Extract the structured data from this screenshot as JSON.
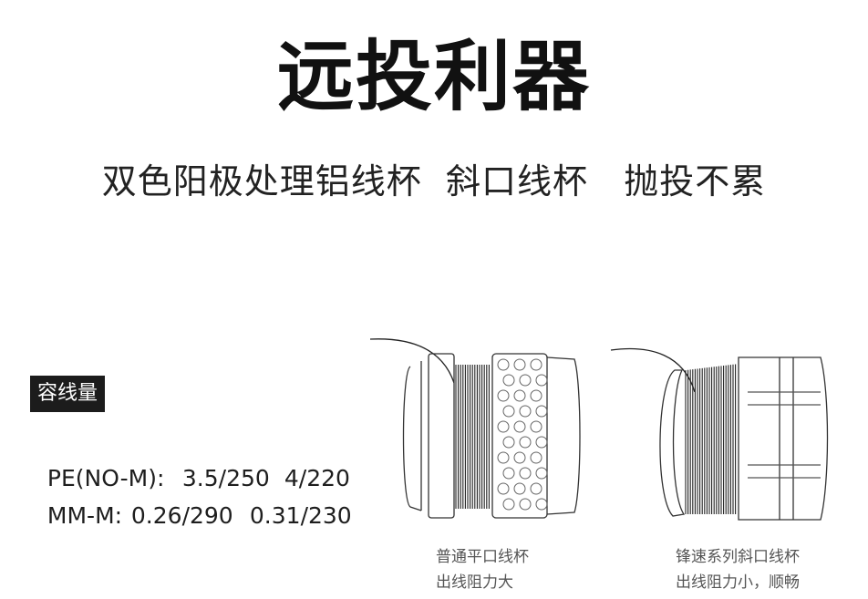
{
  "header": {
    "title": "远投利器",
    "subtitle": "双色阳极处理铝线杯  斜口线杯   抛投不累"
  },
  "capacity": {
    "label": "容线量",
    "rows": [
      {
        "label": "PE(NO-M):",
        "values": [
          "3.5/250",
          "4/220"
        ]
      },
      {
        "label": "MM-M:",
        "values": [
          "0.26/290",
          "0.31/230"
        ]
      }
    ]
  },
  "spools": {
    "left": {
      "line1": "普通平口线杯",
      "line2": "出线阻力大"
    },
    "right": {
      "line1": "锋速系列斜口线杯",
      "line2": "出线阻力小，顺畅"
    }
  }
}
